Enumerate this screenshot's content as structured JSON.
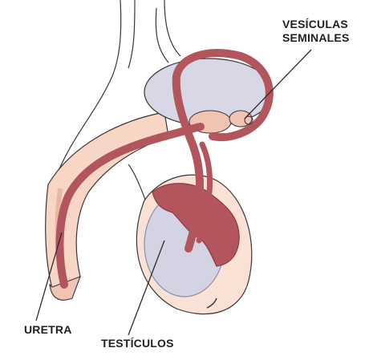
{
  "labels": {
    "vesiculas_line1": "VESÍCULAS",
    "vesiculas_line2": "SEMINALES",
    "uretra": "URETRA",
    "testiculos": "TESTÍCULOS"
  },
  "colors": {
    "background": "#ffffff",
    "outline": "#3a3535",
    "skin": "#f7d6c6",
    "skin_edge": "#e9b7a3",
    "duct": "#b2555c",
    "duct_dark": "#8e3a43",
    "testis": "#d4d3e4",
    "bladder": "#d8d7e5",
    "leader_line": "#2b2b2b",
    "text": "#1f1f1f"
  }
}
